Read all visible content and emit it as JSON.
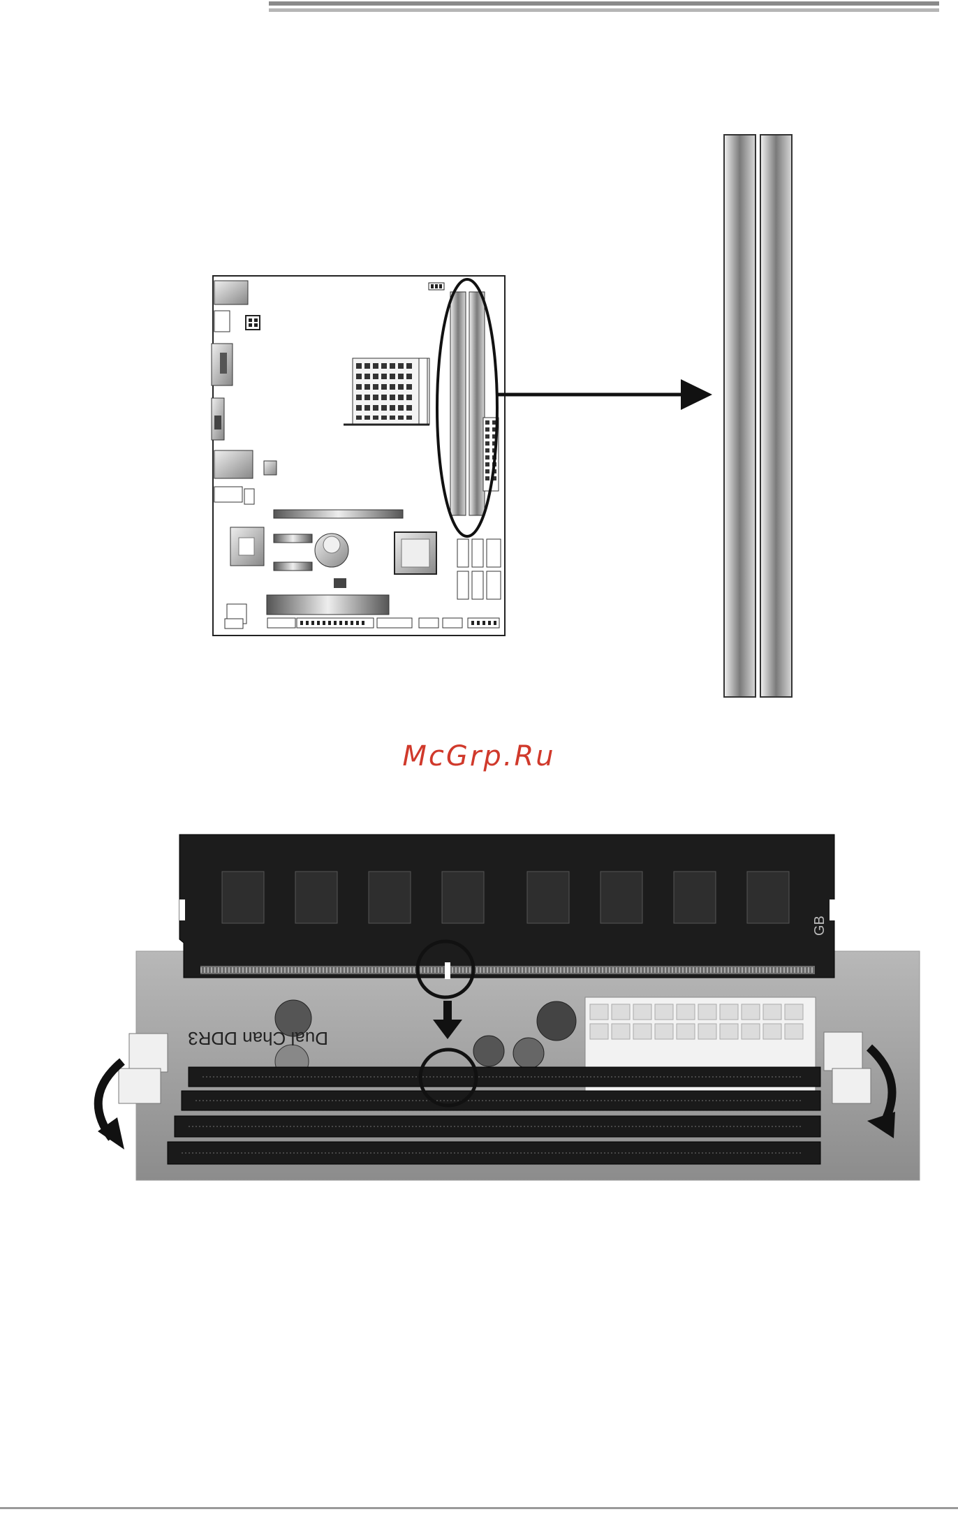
{
  "page": {
    "watermark": "McGrp.Ru",
    "watermark_color": "#d0392b"
  },
  "icons": {
    "motherboard": "motherboard-layout-diagram",
    "dimm_slots": "dimm-slots-enlarged",
    "arrow": "right-arrow-icon",
    "photo": "ddr3-module-installation-photo",
    "rotate_left": "rotate-counterclockwise-arrow-icon",
    "rotate_right": "rotate-clockwise-arrow-icon",
    "down_arrow": "down-arrow-icon"
  },
  "photo_labels": {
    "board_print": "Dual Chan DDR3",
    "module_print": "GB"
  }
}
